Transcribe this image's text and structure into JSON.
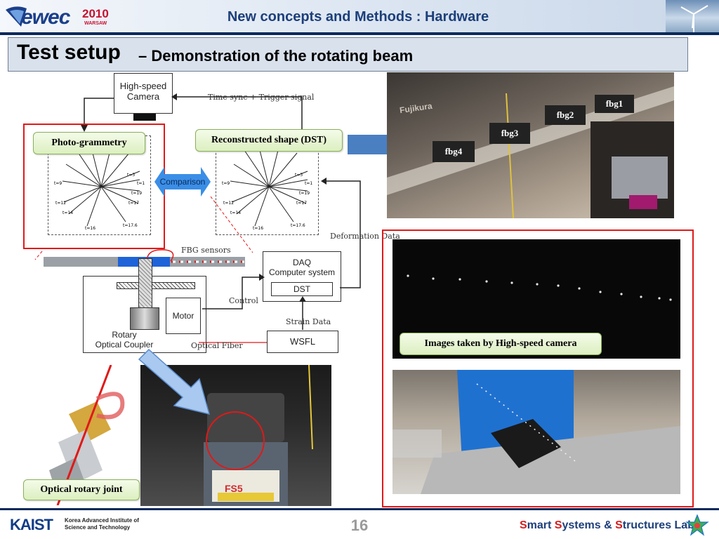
{
  "header": {
    "logo_text": "ewec",
    "logo_year": "2010",
    "logo_city": "WARSAW",
    "title": "New concepts and Methods : Hardware"
  },
  "slide": {
    "title": "Test setup",
    "subtitle": "– Demonstration of the rotating beam"
  },
  "diagram": {
    "camera": "High-speed\nCamera",
    "time_sync": "Time sync + Trigger signal",
    "photogrammetry": "Photo-grammetry",
    "reconstructed": "Reconstructed shape (DST)",
    "comparison": "Comparison",
    "fbg_sensors": "FBG sensors",
    "deformation_data": "Deformation Data",
    "daq": "DAQ\nComputer system",
    "dst": "DST",
    "control": "Control",
    "motor": "Motor",
    "strain_data": "Strain Data",
    "wsfl": "WSFL",
    "rotary": "Rotary\nOptical Coupler",
    "optical_fiber": "Optical Fiber",
    "time_labels_left": [
      "t=3",
      "t=1",
      "t=19",
      "t=17",
      "t=9",
      "t=12",
      "t=14",
      "t=16",
      "t=17.6"
    ],
    "time_labels_right": [
      "t=3",
      "t=1",
      "t=19",
      "t=17",
      "t=9",
      "t=12",
      "t=14",
      "t=16",
      "t=17.6"
    ]
  },
  "photos": {
    "fbg_tags": [
      "fbg1",
      "fbg2",
      "fbg3",
      "fbg4"
    ],
    "fujikura": "Fujikura",
    "camera_images_label": "Images taken by High-speed camera",
    "optical_rotary_joint": "Optical rotary joint",
    "motor_sticker": "FS5"
  },
  "footer": {
    "kaist": "KAIST",
    "kaist_name_line1": "Korea Advanced Institute of",
    "kaist_name_line2": "Science and Technology",
    "page_number": "16",
    "lab_s1": "S",
    "lab_w1": "mart ",
    "lab_s2": "S",
    "lab_w2": "ystems & ",
    "lab_s3": "S",
    "lab_w3": "tructures Lab."
  },
  "colors": {
    "navy": "#0b2a5b",
    "highlight_red": "#e01919",
    "arrow_blue": "#4a7fc2"
  }
}
